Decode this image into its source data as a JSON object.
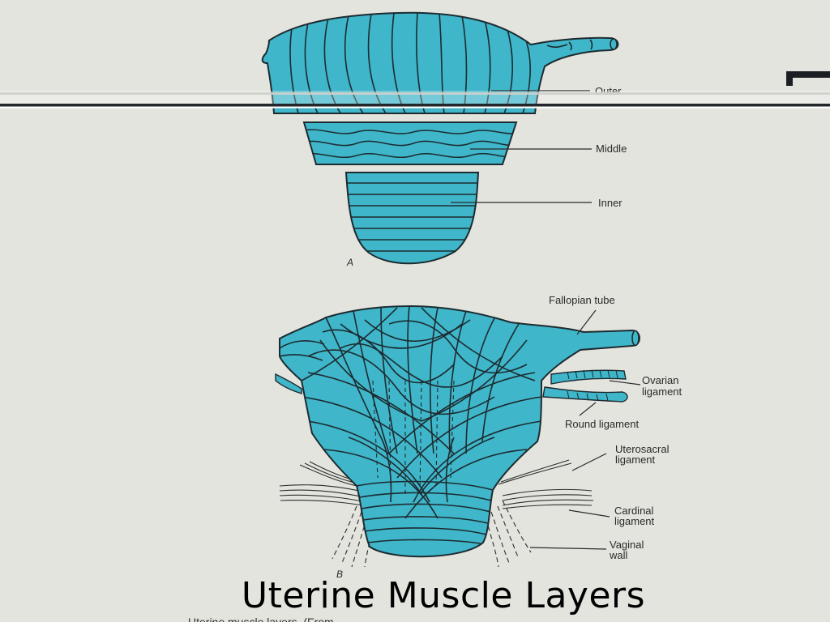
{
  "title": "Uterine Muscle Layers",
  "footer_caption": "Uterine muscle layers. (From ...",
  "colors": {
    "muscle_fill": "#3fb6c9",
    "outline": "#1d2b30",
    "background": "#e3e4de",
    "label_line": "#2a2a2a"
  },
  "diagram_a": {
    "panel_letter": "A",
    "labels": {
      "outer": "Outer",
      "middle": "Middle",
      "inner": "Inner"
    }
  },
  "diagram_b": {
    "panel_letter": "B",
    "labels": {
      "fallopian_tube": "Fallopian tube",
      "ovarian_ligament_1": "Ovarian",
      "ovarian_ligament_2": "ligament",
      "round_ligament": "Round ligament",
      "uterosacral_1": "Uterosacral",
      "uterosacral_2": "ligament",
      "cardinal_1": "Cardinal",
      "cardinal_2": "ligament",
      "vaginal_1": "Vaginal",
      "vaginal_2": "wall"
    }
  }
}
